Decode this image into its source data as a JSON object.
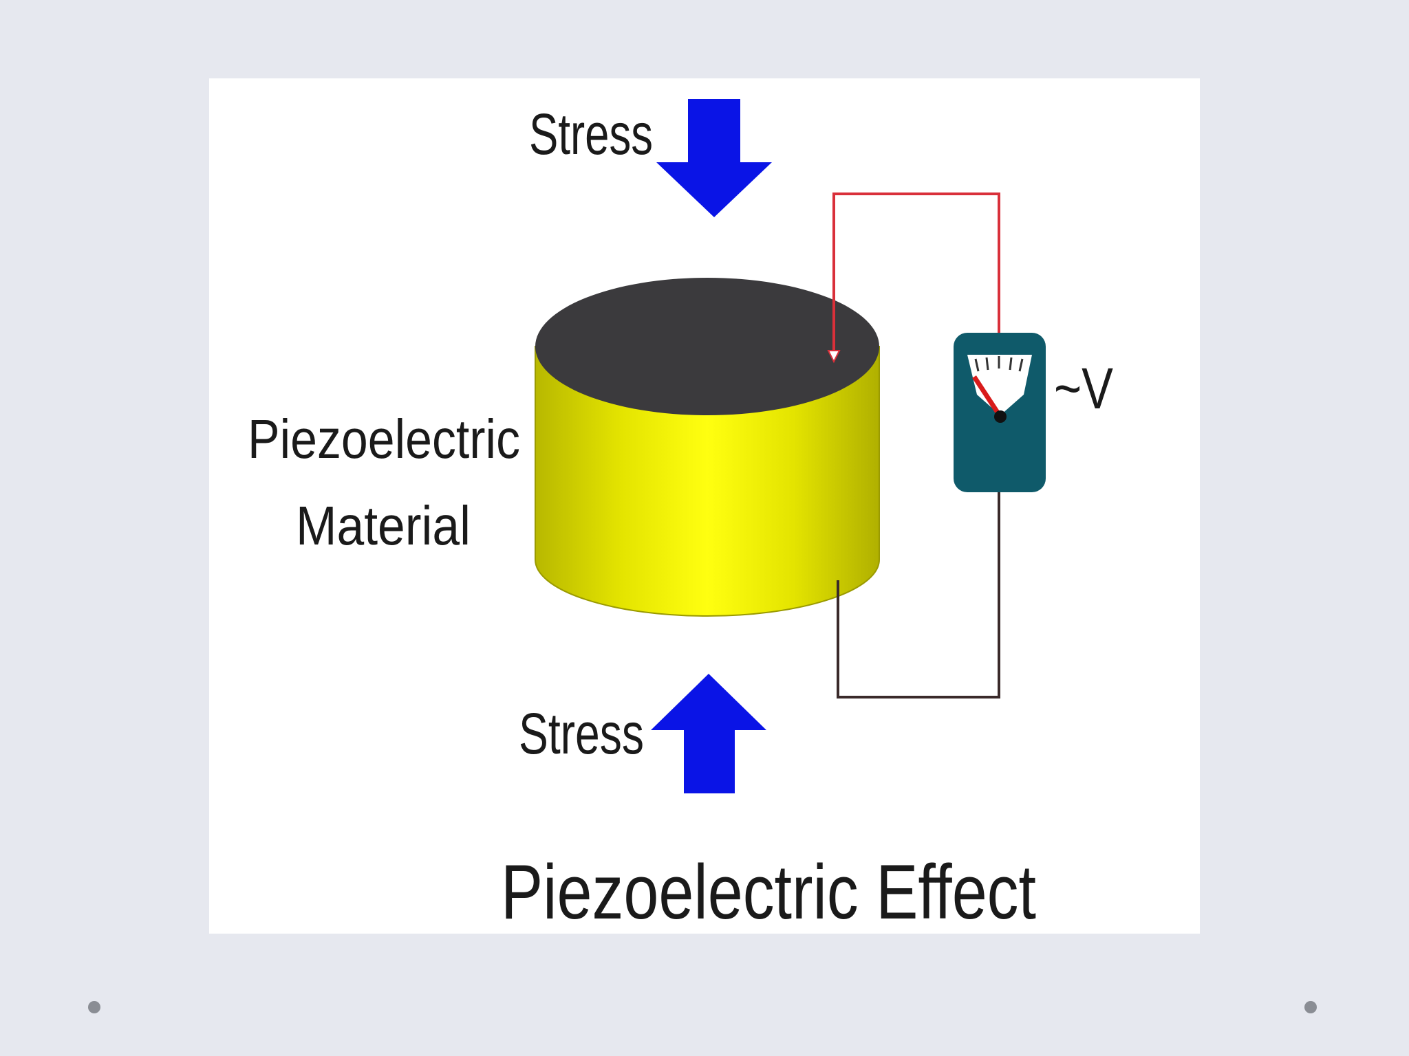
{
  "diagram": {
    "title": "Piezoelectric Effect",
    "top_stress_label": "Stress",
    "bottom_stress_label": "Stress",
    "material_label_line1": "Piezoelectric",
    "material_label_line2": "Material",
    "voltage_label": "~V"
  },
  "colors": {
    "background": "#e6e8ef",
    "panel": "#ffffff",
    "arrow": "#0a14e6",
    "cylinder_side": "#e8e800",
    "cylinder_top": "#3b3a3d",
    "circuit_wire_top": "#d9303a",
    "circuit_wire_bottom": "#3a2a2a",
    "meter_body": "#0f5a6a",
    "meter_needle": "#d81b1b"
  },
  "icons": {
    "stress_top": "down-arrow-icon",
    "stress_bottom": "up-arrow-icon",
    "meter": "voltmeter-icon",
    "slide_dots": "dot-icon"
  }
}
